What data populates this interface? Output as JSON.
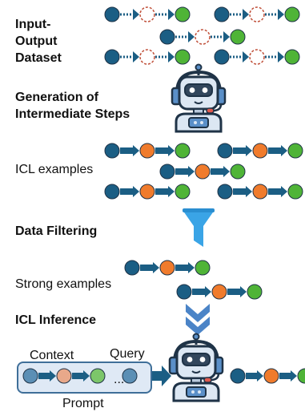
{
  "sections": {
    "input_output_dataset": "Input-\nOutput\nDataset",
    "generation": "Generation of\nIntermediate Steps",
    "icl_examples": "ICL examples",
    "data_filtering": "Data Filtering",
    "strong_examples": "Strong examples",
    "icl_inference": "ICL Inference"
  },
  "inference": {
    "context": "Context",
    "query": "Query",
    "prompt": "Prompt",
    "ellipsis": "..."
  },
  "colors": {
    "input_node": "#1b5e84",
    "intermediate_node": "#f07b2c",
    "output_node": "#4fb437",
    "arrow": "#1b5e84",
    "missing_node_dash": "#c0503a",
    "funnel": "#3aa4e6",
    "chevron": "#4b84c7",
    "prompt_fill": "#dfe9f5",
    "prompt_border": "#3f6f99"
  }
}
